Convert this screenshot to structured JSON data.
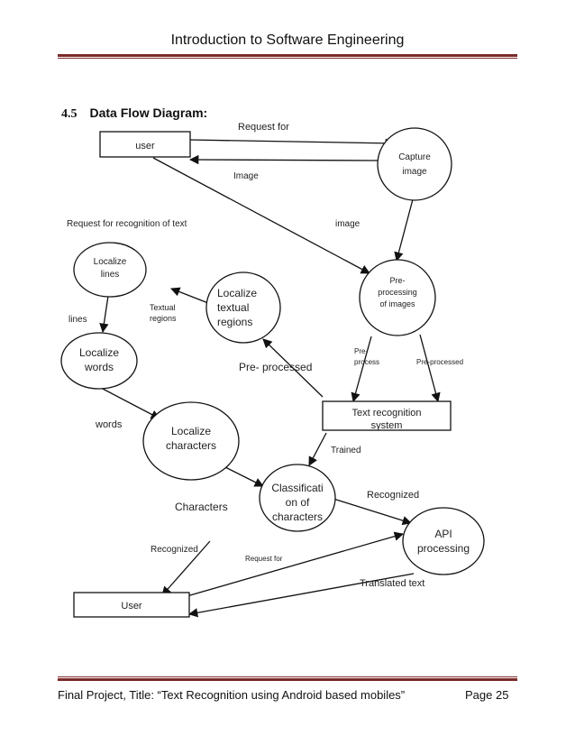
{
  "header": {
    "title": "Introduction to Software Engineering"
  },
  "section": {
    "number": "4.5",
    "title": "Data Flow Diagram:"
  },
  "nodes": {
    "user_top": "user",
    "capture": [
      "Capture",
      "image"
    ],
    "preprocessing": [
      "Pre-",
      "processing",
      "of images"
    ],
    "localize_lines": [
      "Localize",
      "lines"
    ],
    "localize_textual": [
      "Localize",
      "textual",
      "regions"
    ],
    "localize_words": [
      "Localize",
      "words"
    ],
    "text_recognition": [
      "Text recognition",
      "system"
    ],
    "localize_chars": [
      "Localize",
      "characters"
    ],
    "classification": [
      "Classificati",
      "on of",
      "characters"
    ],
    "api": [
      "API",
      "processing"
    ],
    "user_bottom": "User"
  },
  "flows": {
    "request_for_top": "Request for",
    "image_back": "Image",
    "request_recognition": "Request for recognition of text",
    "image_down": "image",
    "textual_regions": [
      "Textual",
      "regions"
    ],
    "lines": "lines",
    "pre_processed_mid": "Pre- processed",
    "pre_process_small": [
      "Pre-",
      "process"
    ],
    "pre_processed_right": "Pre-processed",
    "words": "words",
    "trained": "Trained",
    "characters": "Characters",
    "recognized_right": "Recognized",
    "recognized_left": "Recognized",
    "request_for_bottom": "Request for",
    "translated_text": "Translated text"
  },
  "footer": {
    "left": "Final Project, Title: “Text Recognition using Android based mobiles”",
    "right": "Page 25"
  }
}
